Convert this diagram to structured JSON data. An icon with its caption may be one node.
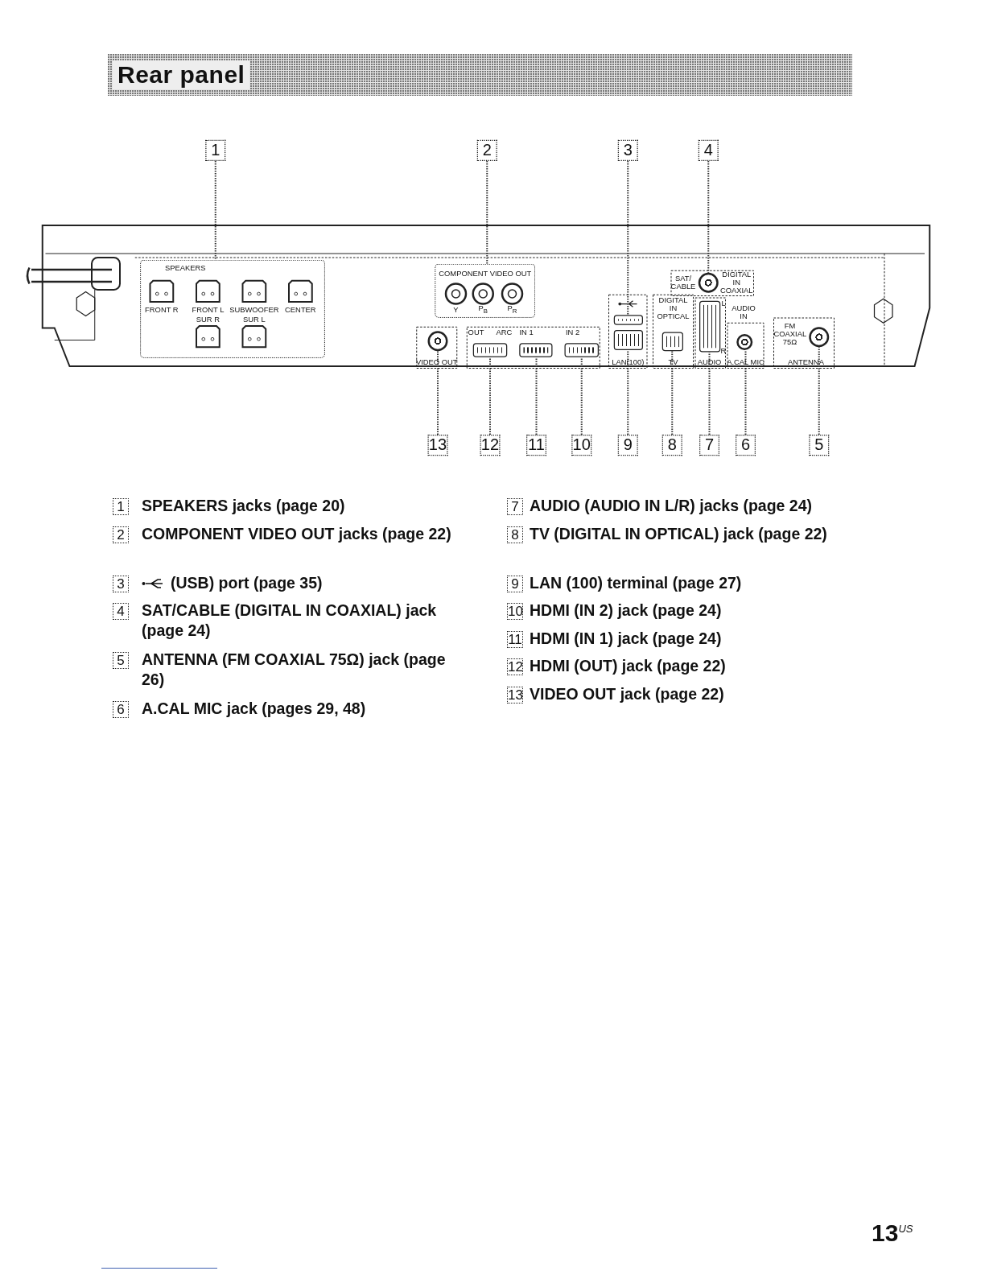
{
  "diagram": {
    "title": "Rear panel",
    "nodes": [
      {
        "text": [
          "1"
        ]
      },
      {
        "text": [
          "2"
        ]
      },
      {
        "text": [
          "3"
        ]
      },
      {
        "text": [
          "4"
        ]
      },
      {
        "text": [
          "5"
        ]
      },
      {
        "text": [
          "6"
        ]
      },
      {
        "text": [
          "7"
        ]
      },
      {
        "text": [
          "8"
        ]
      },
      {
        "text": [
          "9"
        ]
      },
      {
        "text": [
          "10"
        ]
      },
      {
        "text": [
          "11"
        ]
      },
      {
        "text": [
          "12"
        ]
      },
      {
        "text": [
          "13"
        ]
      },
      {
        "text": [],
        "shape": "box"
      },
      {
        "text": [],
        "shape": "box"
      },
      {
        "text": [],
        "shape": "box"
      },
      {
        "text": [],
        "shape": "circle"
      },
      {
        "text": [],
        "shape": "circle"
      },
      {
        "text": [],
        "shape": "circle"
      },
      {
        "text": [],
        "shape": "box"
      },
      {
        "text": [],
        "shape": "box"
      },
      {
        "text": [],
        "shape": "box"
      },
      {
        "text": [],
        "shape": "box"
      },
      {
        "text": [],
        "shape": "box"
      },
      {
        "text": [],
        "shape": "box"
      },
      {
        "text": [],
        "shape": "circle"
      }
    ],
    "edges": [
      {
        "from": 0,
        "to": 13,
        "arrow": "none"
      },
      {
        "from": 1,
        "to": 14,
        "arrow": "none"
      },
      {
        "from": 2,
        "to": 15,
        "arrow": "none"
      },
      {
        "from": 3,
        "to": 16,
        "arrow": "none"
      },
      {
        "from": 4,
        "to": 17,
        "arrow": "none"
      },
      {
        "from": 5,
        "to": 18,
        "arrow": "none"
      },
      {
        "from": 6,
        "to": 19,
        "arrow": "none"
      },
      {
        "from": 7,
        "to": 20,
        "arrow": "none"
      },
      {
        "from": 8,
        "to": 21,
        "arrow": "none"
      },
      {
        "from": 9,
        "to": 22,
        "arrow": "none"
      },
      {
        "from": 10,
        "to": 23,
        "arrow": "none"
      },
      {
        "from": 11,
        "to": 24,
        "arrow": "none"
      },
      {
        "from": 12,
        "to": 25,
        "arrow": "none"
      }
    ],
    "labels": [
      "SPEAKERS",
      "FRONT R",
      "FRONT L",
      "SUBWOOFER",
      "CENTER",
      "SUR R",
      "SUR L",
      "COMPONENT VIDEO OUT",
      "Y",
      "P$_{B}$",
      "P$_{R}$",
      "SAT/ CABLE",
      "DIGITAL IN COAXIAL",
      "DIGITAL IN OPTICAL",
      "L",
      "AUDIO IN",
      "R",
      "FM COAXIAL 75Ω",
      "OUT",
      "ARC",
      "IN 1",
      "IN 2",
      "VIDEO OUT",
      "LAN(100)",
      "TV",
      "AUDIO",
      "A.CAL MIC",
      "ANTENNA",
      "1",
      "SPEAKERS jacks (page 20)",
      "2",
      "COMPONENT VIDEO OUT jacks (page 22)",
      "3",
      "(USB) port (page 35)",
      "4",
      "SAT/CABLE (DIGITAL IN COAXIAL) jack (page 24)",
      "5",
      "ANTENNA (FM COAXIAL 75Ω) jack (page 26)",
      "6",
      "A.CAL MIC jack (pages 29, 48)",
      "7",
      "AUDIO (AUDIO IN L/R) jacks (page 24)",
      "8",
      "TV (DIGITAL IN OPTICAL) jack (page 22)",
      "9",
      "LAN (100) terminal (page 27)",
      "10",
      "HDMI (IN 2) jack (page 24)",
      "11",
      "HDMI (IN 1) jack (page 24)",
      "12",
      "HDMI (OUT) jack (page 22)",
      "13",
      "VIDEO OUT jack (page 22)",
      "13$^{US}$"
    ]
  }
}
